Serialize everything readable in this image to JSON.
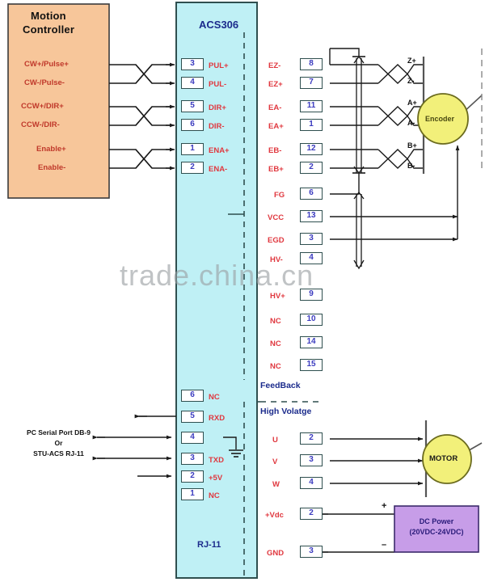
{
  "diagram": {
    "watermark": "trade.china.cn",
    "colors": {
      "controller_fill": "#f7c69a",
      "drive_fill": "#bff0f5",
      "encoder_fill": "#f2f07a",
      "motor_fill": "#f2f07a",
      "power_fill": "#c79de8",
      "pin_number": "#3b3bbf",
      "pin_label": "#e0383f",
      "section_label": "#1b2b8c"
    }
  },
  "controller": {
    "title_line1": "Motion",
    "title_line2": "Controller",
    "signals": [
      "CW+/Pulse+",
      "CW-/Pulse-",
      "CCW+/DIR+",
      "CCW-/DIR-",
      "Enable+",
      "Enable-"
    ]
  },
  "drive": {
    "title": "ACS306",
    "section_feedback": "FeedBack",
    "section_highvoltage": "High Volatge",
    "section_rj11": "RJ-11",
    "input_pins": [
      {
        "num": "3",
        "label": "PUL+"
      },
      {
        "num": "4",
        "label": "PUL-"
      },
      {
        "num": "5",
        "label": "DIR+"
      },
      {
        "num": "6",
        "label": "DIR-"
      },
      {
        "num": "1",
        "label": "ENA+"
      },
      {
        "num": "2",
        "label": "ENA-"
      }
    ],
    "feedback_pins": [
      {
        "num": "8",
        "label": "EZ-"
      },
      {
        "num": "7",
        "label": "EZ+"
      },
      {
        "num": "11",
        "label": "EA-"
      },
      {
        "num": "1",
        "label": "EA+"
      },
      {
        "num": "12",
        "label": "EB-"
      },
      {
        "num": "2",
        "label": "EB+"
      },
      {
        "num": "6",
        "label": "FG"
      },
      {
        "num": "13",
        "label": "VCC"
      },
      {
        "num": "3",
        "label": "EGD"
      },
      {
        "num": "4",
        "label": "HV-"
      },
      {
        "num": "9",
        "label": "HV+"
      },
      {
        "num": "10",
        "label": "NC"
      },
      {
        "num": "14",
        "label": "NC"
      },
      {
        "num": "15",
        "label": "NC"
      }
    ],
    "serial_pins": [
      {
        "num": "6",
        "label": "NC"
      },
      {
        "num": "5",
        "label": "RXD"
      },
      {
        "num": "4",
        "label": ""
      },
      {
        "num": "3",
        "label": "TXD"
      },
      {
        "num": "2",
        "label": "+5V"
      },
      {
        "num": "1",
        "label": "NC"
      }
    ],
    "power_pins": [
      {
        "num": "2",
        "label": "U"
      },
      {
        "num": "3",
        "label": "V"
      },
      {
        "num": "4",
        "label": "W"
      },
      {
        "num": "2",
        "label": "+Vdc"
      },
      {
        "num": "3",
        "label": "GND"
      }
    ]
  },
  "encoder": {
    "label": "Encoder",
    "signals": [
      "Z+",
      "Z-",
      "A+",
      "A-",
      "B+",
      "B-"
    ]
  },
  "motor": {
    "label": "MOTOR"
  },
  "power_supply": {
    "line1": "DC Power",
    "line2": "(20VDC-24VDC)",
    "plus": "+",
    "minus": "–"
  },
  "serial_note": {
    "line1": "PC Serial Port DB-9",
    "line2": "Or",
    "line3": "STU-ACS RJ-11"
  }
}
